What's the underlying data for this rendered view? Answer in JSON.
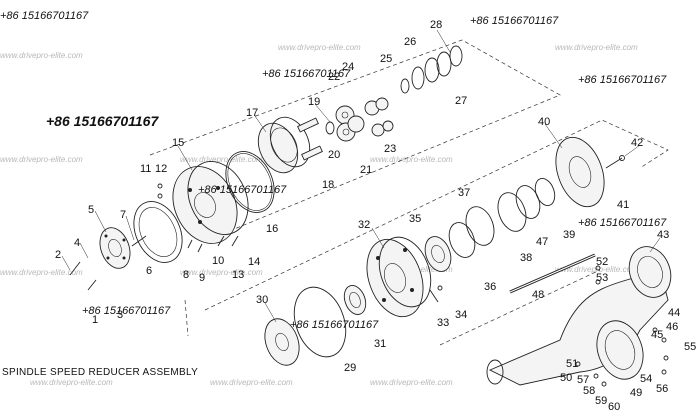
{
  "caption": "SPINDLE SPEED REDUCER ASSEMBLY",
  "phone_numbers": [
    "+86 15166701167",
    "+86 15166701167",
    "+86 15166701167",
    "+86 15166701167",
    "+86 15166701167",
    "+86 15166701167",
    "+86 15166701167",
    "+86 15166701167",
    "+86 15166701167"
  ],
  "watermark": "www.drivepro-elite.com",
  "part_numbers": [
    "1",
    "2",
    "3",
    "4",
    "5",
    "6",
    "7",
    "8",
    "9",
    "10",
    "11",
    "12",
    "13",
    "14",
    "15",
    "16",
    "17",
    "18",
    "19",
    "20",
    "21",
    "22",
    "23",
    "24",
    "25",
    "26",
    "27",
    "28",
    "29",
    "30",
    "31",
    "32",
    "33",
    "34",
    "35",
    "36",
    "37",
    "38",
    "39",
    "40",
    "41",
    "42",
    "43",
    "44",
    "45",
    "46",
    "47",
    "48",
    "49",
    "50",
    "51",
    "52",
    "53",
    "54",
    "55",
    "56",
    "57",
    "58",
    "59",
    "60"
  ]
}
